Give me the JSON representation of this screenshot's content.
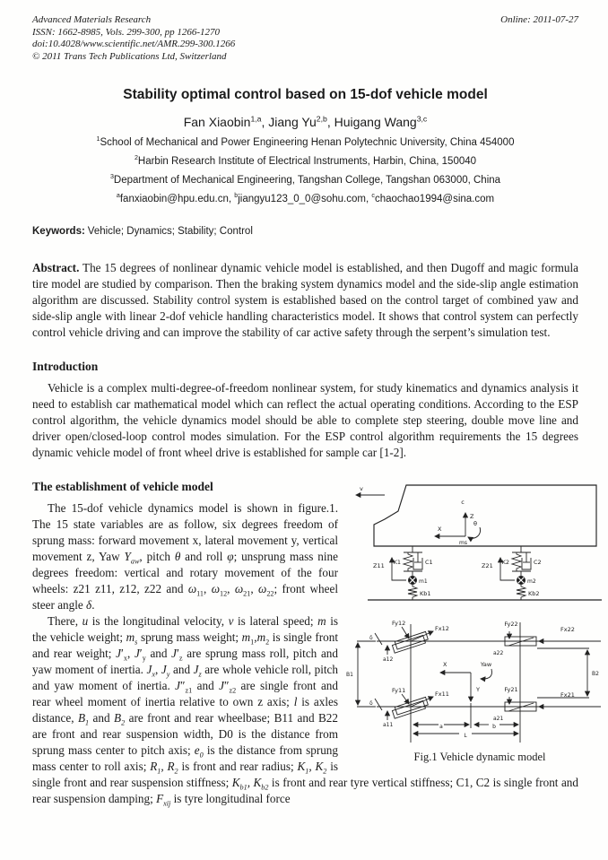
{
  "header": {
    "journal": "Advanced Materials Research",
    "issn": "ISSN: 1662-8985, Vols. 299-300, pp 1266-1270",
    "doi": "doi:10.4028/www.scientific.net/AMR.299-300.1266",
    "copyright": "© 2011 Trans Tech Publications Ltd, Switzerland",
    "online": "Online: 2011-07-27"
  },
  "title": "Stability optimal control based on 15-dof vehicle model",
  "authors_html": "Fan Xiaobin<sup>1,a</sup>, Jiang Yu<sup>2,b</sup>, Huigang Wang<sup>3,c</sup>",
  "affiliations": [
    "<sup>1</sup>School of Mechanical and Power Engineering Henan Polytechnic University, China 454000",
    "<sup>2</sup>Harbin Research Institute of Electrical Instruments, Harbin, China, 150040",
    "<sup>3</sup>Department of Mechanical Engineering, Tangshan College, Tangshan 063000, China"
  ],
  "emails_html": "<sup>a</sup>fanxiaobin@hpu.edu.cn, <sup>b</sup>jiangyu123_0_0@sohu.com, <sup>c</sup>chaochao1994@sina.com",
  "keywords": {
    "label": "Keywords:",
    "value": "Vehicle; Dynamics; Stability; Control"
  },
  "abstract_html": "<b>Abstract.</b> The 15 degrees of nonlinear dynamic vehicle model is established, and then Dugoff and magic formula tire model are studied by comparison. Then the braking system dynamics model and the side-slip angle estimation algorithm are discussed. Stability control system is established based on the control target of combined yaw and side-slip angle with linear 2-dof vehicle handling characteristics model. It shows that control system can perfectly control vehicle driving and can improve the stability of car active safety through the serpent’s simulation test.",
  "intro": {
    "heading": "Introduction",
    "body": "Vehicle is a complex multi-degree-of-freedom nonlinear system, for study kinematics and dynamics analysis it need to establish car mathematical model which can reflect the actual operating conditions. According to the ESP control algorithm, the vehicle dynamics model should be able to complete step steering, double move line and driver open/closed-loop control modes simulation. For the ESP control algorithm requirements the 15 degrees dynamic vehicle model of front wheel drive is established for sample car [1-2]."
  },
  "model": {
    "heading": "The establishment of vehicle model",
    "para1_html": "The 15-dof vehicle dynamics model is shown in figure.1. The 15 state variables are as follow, six degrees freedom of sprung mass: forward movement x, lateral movement y, vertical movement z, Yaw <i>Y<sub>aw</sub></i>, pitch <i>θ</i> and roll <i>φ</i>; unsprung mass nine degrees freedom: vertical and rotary movement of the four wheels: z21 z11, z12, z22 and <i>ω</i><sub>11</sub>, <i>ω</i><sub>12</sub>, <i>ω</i><sub>21</sub>, <i>ω</i><sub>22</sub>; front wheel steer angle <i>δ</i>.",
    "para2_html": "There, <i>u</i> is the longitudinal velocity, <i>v</i> is lateral speed; <i>m</i> is the vehicle weight; <i>m<sub>s</sub></i> sprung mass weight; <i>m</i><sub>1</sub>,<i>m</i><sub>2</sub> is single front and rear weight; <i>J</i>′<sub>x</sub>, <i>J</i>′<sub>y</sub> and <i>J</i>′<sub>z</sub> are sprung mass roll, pitch and yaw moment of inertia. <i>J<sub>x</sub></i>, <i>J<sub>y</sub></i> and <i>J<sub>z</sub></i> are whole vehicle roll, pitch and yaw moment of inertia. <i>J</i>″<sub>z1</sub> and <i>J</i>″<sub>z2</sub> are single front and rear wheel moment of inertia relative to own z axis; <i>l</i> is axles distance, <i>B<sub>1</sub></i> and <i>B<sub>2</sub></i> are front and rear wheelbase; B11 and B22 are front and rear suspension width, D0 is the distance from sprung mass center to pitch axis; <i>e<sub>0</sub></i> is the distance from sprung mass center to roll axis; <i>R<sub>1</sub>, R<sub>2</sub></i> is front and rear radius; <i>K<sub>1</sub>, K<sub>2</sub></i> is single front and rear suspension stiffness; <i>K<sub>b1</sub>, K<sub>b2</sub></i> is front and rear tyre vertical stiffness; C1, C2 is single front and rear suspension damping; <i>F<sub>xij</sub></i> is tyre longitudinal force"
  },
  "figure": {
    "caption": "Fig.1  Vehicle dynamic model",
    "side": {
      "v": "v",
      "c": "c",
      "z": "Z",
      "x": "X",
      "theta": "θ",
      "ms": "ms",
      "z11": "Z11",
      "k1": "K1",
      "c1": "C1",
      "m1": "m1",
      "kb1": "Kb1",
      "z21": "Z21",
      "k2": "K2",
      "c2": "C2",
      "m2": "m2",
      "kb2": "Kb2"
    },
    "plan": {
      "fy12": "Fy12",
      "fx12": "Fx12",
      "a12": "a12",
      "delta1": "δ",
      "fy11": "Fy11",
      "fx11": "Fx11",
      "a11": "a11",
      "delta2": "δ",
      "fy22": "Fy22",
      "fx22": "Fx22",
      "a22": "a22",
      "fy21": "Fy21",
      "fx21": "Fx21",
      "a21": "a21",
      "b1": "B1",
      "b2": "B2",
      "x": "X",
      "yaw": "Yaw",
      "y": "Y",
      "a": "a",
      "b": "b",
      "l": "L"
    }
  }
}
